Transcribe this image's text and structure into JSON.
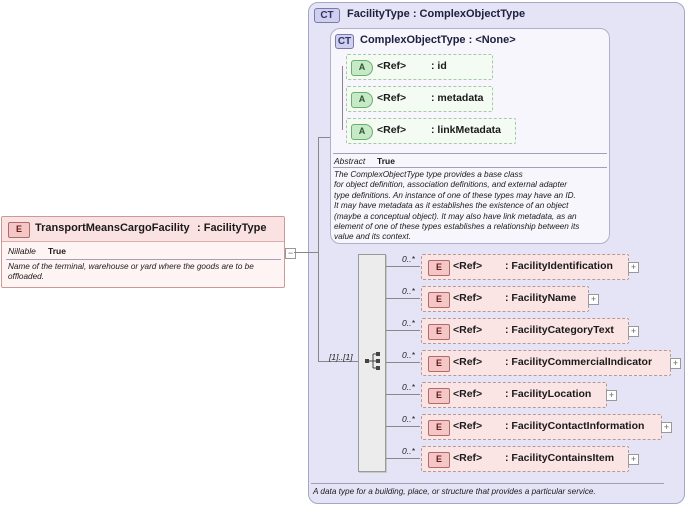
{
  "main_element": {
    "badge": "E",
    "title": "TransportMeansCargoFacility",
    "type": ": FacilityType",
    "nillable_label": "Nillable",
    "nillable_value": "True",
    "doc": "Name of the terminal, warehouse or yard where the goods are to be offloaded."
  },
  "complex_type": {
    "badge": "CT",
    "title": "FacilityType : ComplexObjectType",
    "doc": "A data type for a building, place, or structure that provides a particular service."
  },
  "base_type": {
    "badge": "CT",
    "title": "ComplexObjectType : <None>",
    "abstract_label": "Abstract",
    "abstract_value": "True",
    "doc_lines": [
      "The ComplexObjectType type provides a base class",
      "for object definition, association definitions, and external adapter",
      "type definitions. An instance of one of these types may have an ID.",
      "It may have metadata as it establishes the existence of an object",
      "(maybe a conceptual object). It may also have link metadata, as an",
      "element of one of these types establishes a relationship between its",
      "value and its context."
    ],
    "attributes": [
      {
        "badge": "A",
        "ref": "<Ref>",
        "name": ": id"
      },
      {
        "badge": "A",
        "ref": "<Ref>",
        "name": ": metadata"
      },
      {
        "badge": "A",
        "ref": "<Ref>",
        "name": ": linkMetadata"
      }
    ]
  },
  "sequence": {
    "cardinality": "[1]..[1]",
    "elements": [
      {
        "badge": "E",
        "ref": "<Ref>",
        "name": ": FacilityIdentification",
        "card": "0..*"
      },
      {
        "badge": "E",
        "ref": "<Ref>",
        "name": ": FacilityName",
        "card": "0..*"
      },
      {
        "badge": "E",
        "ref": "<Ref>",
        "name": ": FacilityCategoryText",
        "card": "0..*"
      },
      {
        "badge": "E",
        "ref": "<Ref>",
        "name": ": FacilityCommercialIndicator",
        "card": "0..*"
      },
      {
        "badge": "E",
        "ref": "<Ref>",
        "name": ": FacilityLocation",
        "card": "0..*"
      },
      {
        "badge": "E",
        "ref": "<Ref>",
        "name": ": FacilityContactInformation",
        "card": "0..*"
      },
      {
        "badge": "E",
        "ref": "<Ref>",
        "name": ": FacilityContainsItem",
        "card": "0..*"
      }
    ]
  },
  "colors": {
    "complex_type_bg": "#e4e4f6",
    "element_bg": "#fbe4e4",
    "attribute_bg": "#f3fbf3"
  }
}
